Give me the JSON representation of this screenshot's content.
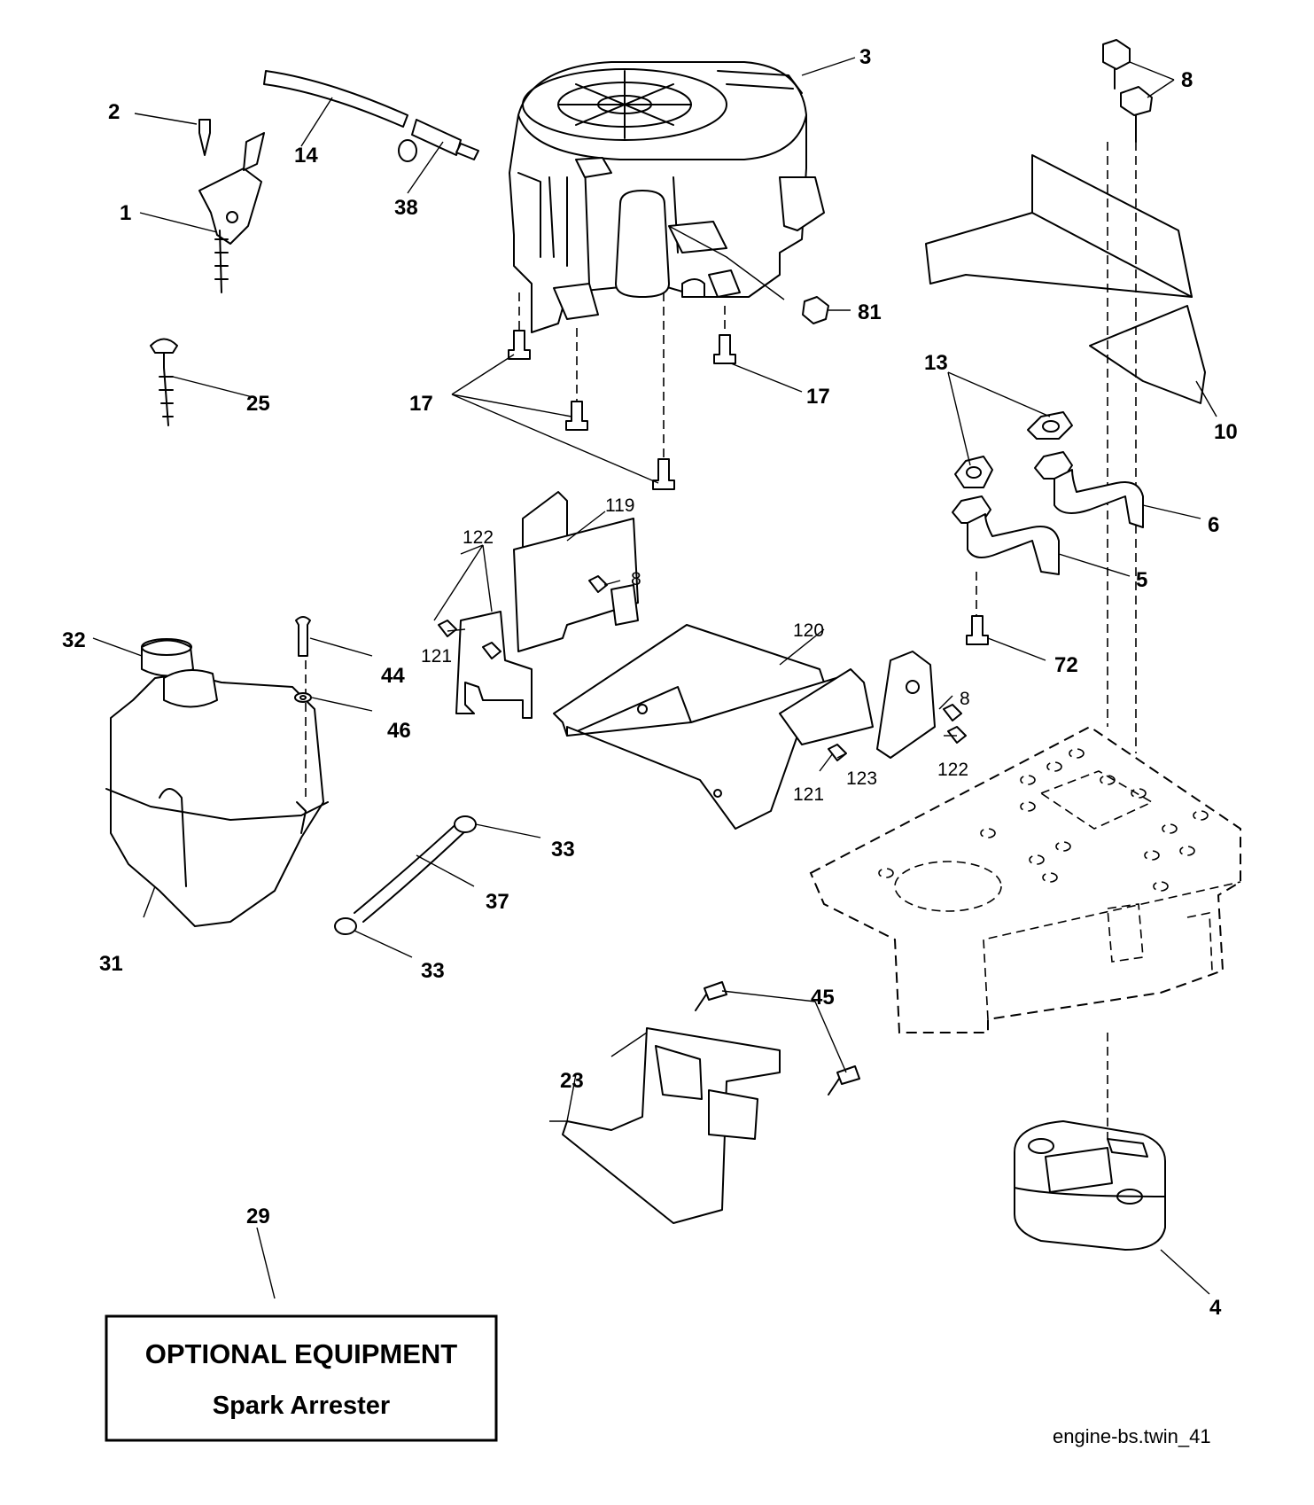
{
  "callouts": {
    "c3": "3",
    "c2": "2",
    "c14": "14",
    "c38": "38",
    "c1": "1",
    "c8a": "8",
    "c10": "10",
    "c81": "81",
    "c25": "25",
    "c17a": "17",
    "c17b": "17",
    "c13": "13",
    "c6": "6",
    "c5": "5",
    "c72": "72",
    "c119": "119",
    "c122a": "122",
    "c8b": "8",
    "c121a": "121",
    "c120": "120",
    "c8c": "8",
    "c121b": "121",
    "c123": "123",
    "c122b": "122",
    "c32": "32",
    "c44": "44",
    "c46": "46",
    "c31": "31",
    "c33a": "33",
    "c37": "37",
    "c33b": "33",
    "c45": "45",
    "c23": "23",
    "c4": "4",
    "c29": "29"
  },
  "optional_box": {
    "line1": "OPTIONAL EQUIPMENT",
    "line2": "Spark Arrester"
  },
  "file_name": "engine-bs.twin_41"
}
